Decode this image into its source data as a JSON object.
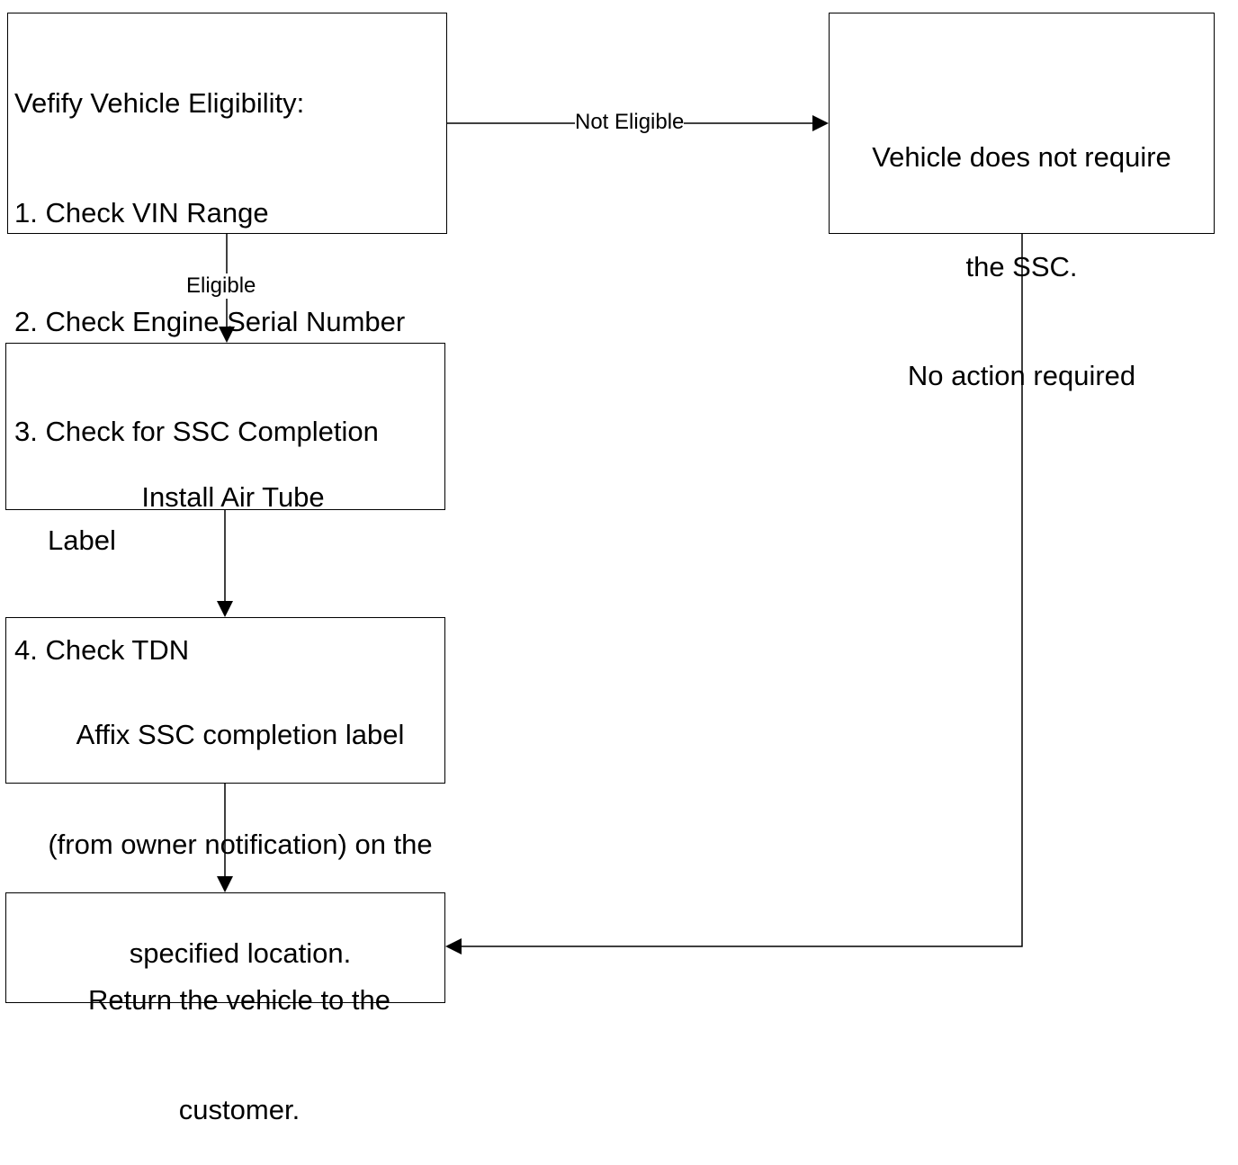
{
  "nodes": {
    "verify": {
      "title": "Vefify Vehicle Eligibility:",
      "steps": [
        "1. Check VIN Range",
        "2. Check Engine Serial Number",
        "3. Check for SSC Completion",
        "Label",
        "4. Check TDN"
      ]
    },
    "not_required": {
      "lines": [
        "Vehicle does not require",
        "the SSC.",
        "No action required"
      ]
    },
    "install": {
      "lines": [
        "Install Air Tube"
      ]
    },
    "affix": {
      "lines": [
        "Affix SSC completion label",
        "(from owner notification) on the",
        "specified location."
      ]
    },
    "return": {
      "lines": [
        "Return the vehicle to the",
        "customer."
      ]
    }
  },
  "edges": {
    "not_eligible": {
      "label": "Not Eligible"
    },
    "eligible": {
      "label": "Eligible"
    }
  }
}
